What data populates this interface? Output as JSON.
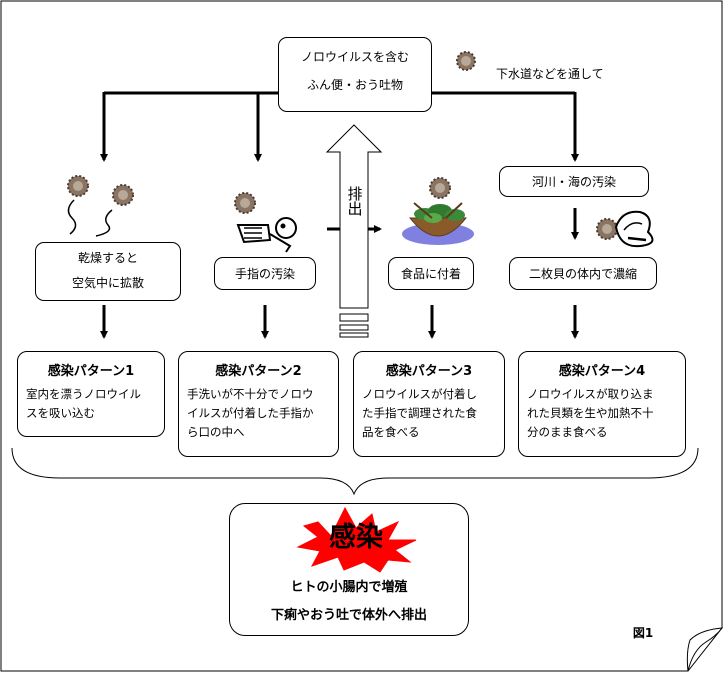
{
  "source": {
    "line1": "ノロウイルスを含む",
    "line2": "ふん便・おう吐物"
  },
  "sewage_label": "下水道などを通して",
  "excretion_label": "排出",
  "routes": {
    "dry": {
      "line1": "乾燥すると",
      "line2": "空気中に拡散"
    },
    "hand": "手指の汚染",
    "food": "食品に付着",
    "river": "河川・海の汚染",
    "shellfish": "二枚貝の体内で濃縮"
  },
  "patterns": [
    {
      "title": "感染パターン1",
      "desc": [
        "室内を漂うノロウイル",
        "スを吸い込む"
      ]
    },
    {
      "title": "感染パターン2",
      "desc": [
        "手洗いが不十分でノロウ",
        "イルスが付着した手指か",
        "ら口の中へ"
      ]
    },
    {
      "title": "感染パターン3",
      "desc": [
        "ノロウイルスが付着し",
        "た手指で調理された食",
        "品を食べる"
      ]
    },
    {
      "title": "感染パターン4",
      "desc": [
        "ノロウイルスが取り込ま",
        "れた貝類を生や加熱不十",
        "分のまま食べる"
      ]
    }
  ],
  "infection": {
    "label": "感染",
    "line1": "ヒトの小腸内で増殖",
    "line2": "下痢やおう吐で体外へ排出"
  },
  "figure_label": "図1",
  "colors": {
    "burst": "#ff0000",
    "virus": "#8a7565",
    "virus_dark": "#4a3a30",
    "salad_leaf": "#3a8a3a",
    "bowl": "#8b5a2b",
    "plate": "#8080e0"
  }
}
